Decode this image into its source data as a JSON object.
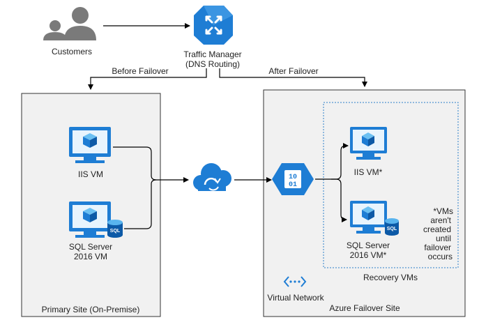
{
  "customers": {
    "label": "Customers"
  },
  "traffic_manager": {
    "line1": "Traffic Manager",
    "line2": "(DNS Routing)"
  },
  "edges": {
    "before_failover": "Before Failover",
    "after_failover": "After Failover"
  },
  "primary_site": {
    "label": "Primary Site (On-Premise)",
    "iis_vm": "IIS VM",
    "sql_line1": "SQL Server",
    "sql_line2": "2016 VM",
    "sql_badge": "SQL"
  },
  "azure_site": {
    "label": "Azure Failover Site",
    "vnet_icon_text_top": "10",
    "vnet_icon_text_bottom": "01",
    "iis_vm": "IIS VM*",
    "sql_line1": "SQL Server",
    "sql_line2": "2016 VM*",
    "sql_badge": "SQL",
    "recovery_label": "Recovery VMs",
    "note_lines": [
      "*VMs",
      "aren't",
      "created",
      "until",
      "failover",
      "occurs"
    ],
    "virtual_network_label": "Virtual Network"
  },
  "colors": {
    "azure_blue": "#1e7dd4",
    "azure_light": "#59b4ee",
    "azure_dark": "#0d5aa7",
    "site_fill": "#f1f1f1",
    "customer_gray": "#7a7a7a"
  }
}
